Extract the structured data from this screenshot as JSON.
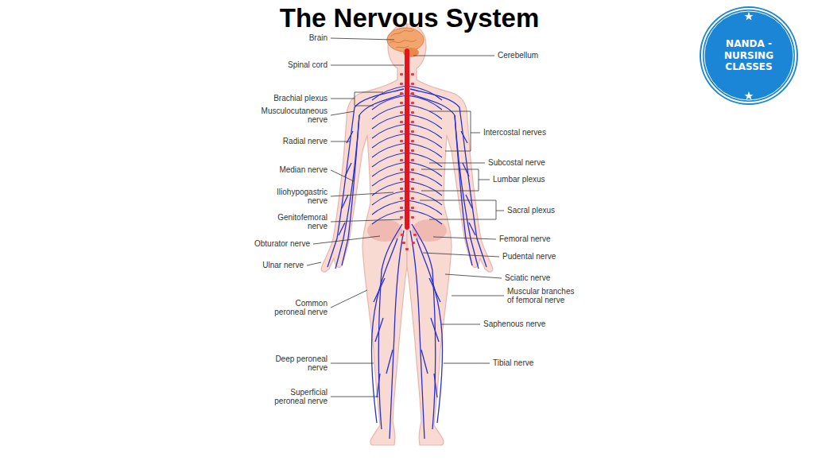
{
  "diagram": {
    "title": "The Nervous System",
    "nodes": [
      {
        "text": [
          "NANDA - NURSING CLASSES"
        ]
      }
    ],
    "labels": [
      "Brain",
      "Spinal cord",
      "Brachial plexus",
      "Musculocutaneous nerve",
      "Radial nerve",
      "Median nerve",
      "Iliohypogastric nerve",
      "Genitofemoral nerve",
      "Obturator nerve",
      "Ulnar nerve",
      "Common peroneal nerve",
      "Deep peroneal nerve",
      "Superficial peroneal nerve",
      "Cerebellum",
      "Intercostal nerves",
      "Subcostal nerve",
      "Lumbar plexus",
      "Sacral plexus",
      "Femoral nerve",
      "Pudental nerve",
      "Sciatic nerve",
      "Muscular branches of femoral nerve",
      "Saphenous nerve",
      "Tibial nerve"
    ]
  }
}
